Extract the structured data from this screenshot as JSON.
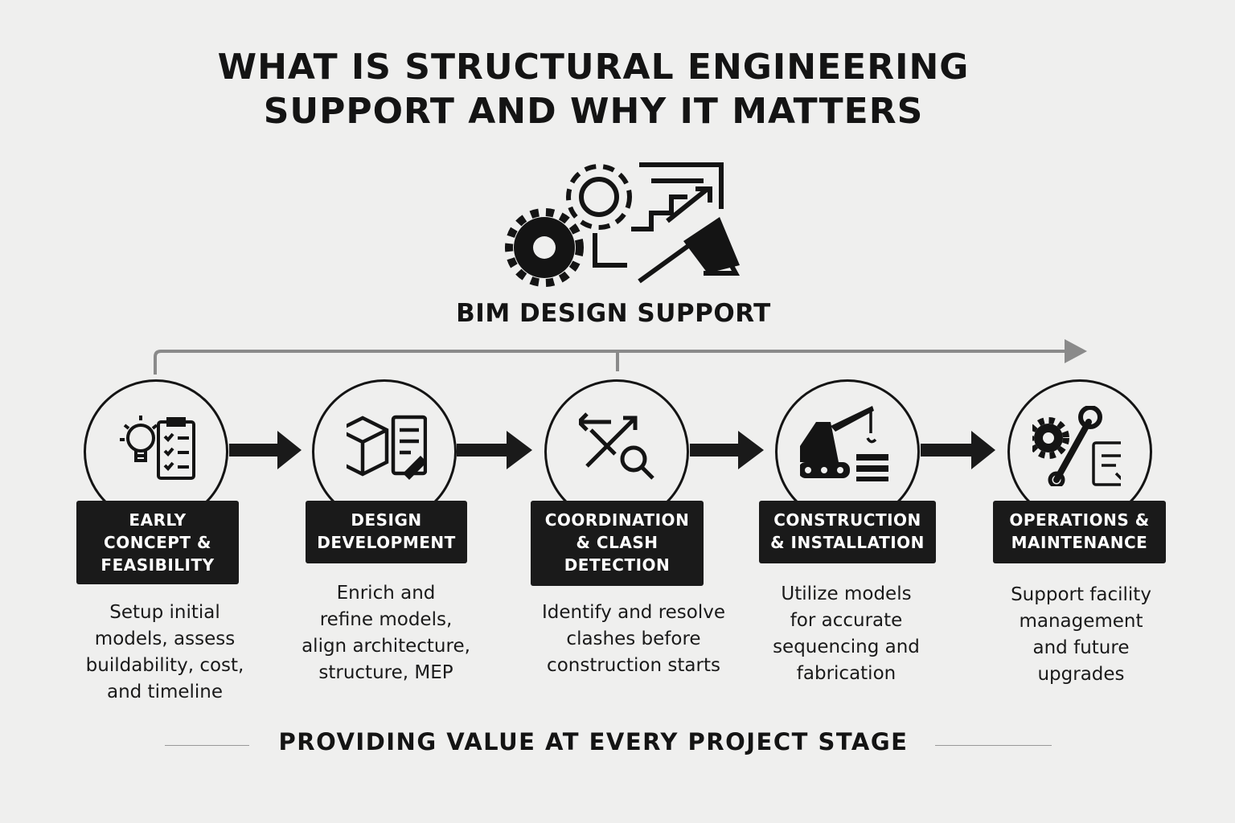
{
  "title": {
    "line1": "WHAT IS STRUCTURAL ENGINEERING",
    "line2": "SUPPORT AND WHY IT MATTERS"
  },
  "hero": {
    "label": "BIM DESIGN SUPPORT",
    "icon": "gears-chart-crane-icon"
  },
  "stages": [
    {
      "label": "EARLY CONCEPT & FEASIBILITY",
      "lines": [
        "EARLY",
        "CONCEPT &",
        "FEASIBILITY"
      ],
      "desc": [
        "Setup initial",
        "models, assess",
        "buildability, cost,",
        "and timeline"
      ],
      "icon": "lightbulb-checklist-icon"
    },
    {
      "label": "DESIGN DEVELOPMENT",
      "lines": [
        "DESIGN",
        "DEVELOPMENT"
      ],
      "desc": [
        "Enrich and",
        "refine models,",
        "align architecture,",
        "structure, MEP"
      ],
      "icon": "cube-document-pencil-icon"
    },
    {
      "label": "COORDINATION & CLASH DETECTION",
      "lines": [
        "COORDINATION",
        "& CLASH",
        "DETECTION"
      ],
      "desc": [
        "Identify and resolve",
        "clashes before",
        "construction starts"
      ],
      "icon": "arrows-magnifier-icon"
    },
    {
      "label": "CONSTRUCTION & INSTALLATION",
      "lines": [
        "CONSTRUCTION",
        "& INSTALLATION"
      ],
      "desc": [
        "Utilize models",
        "for accurate",
        "sequencing and",
        "fabrication"
      ],
      "icon": "crane-icon"
    },
    {
      "label": "OPERATIONS & MAINTENANCE",
      "lines": [
        "OPERATIONS &",
        "MAINTENANCE"
      ],
      "desc": [
        "Support facility",
        "management",
        "and future",
        "upgrades"
      ],
      "icon": "gear-wrench-checklist-icon"
    }
  ],
  "footer": "PROVIDING VALUE AT EVERY PROJECT STAGE"
}
